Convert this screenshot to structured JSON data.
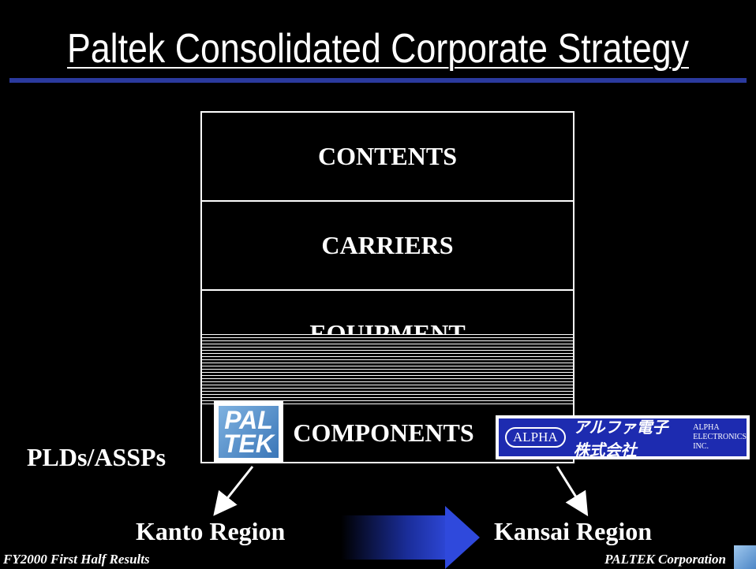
{
  "slide": {
    "title": "Paltek Consolidated Corporate Strategy",
    "layers": [
      "CONTENTS",
      "CARRIERS",
      "EQUIPMENT",
      "COMPONENTS"
    ],
    "side_label": "PLDs/ASSPs",
    "left_region": "Kanto Region",
    "right_region": "Kansai Region",
    "footer_left": "FY2000 First Half Results",
    "footer_right": "PALTEK Corporation"
  },
  "logos": {
    "paltek_line1": "PAL",
    "paltek_line2": "TEK",
    "alpha_oval": "ALPHA",
    "alpha_japanese": "アルファ電子株式会社",
    "alpha_en_line1": "ALPHA",
    "alpha_en_line2": "ELECTRONICS INC."
  },
  "colors": {
    "background": "#000000",
    "title_rule": "#2b3a9e",
    "arrow": "#2f49dc",
    "alpha_logo": "#1d2bb0"
  }
}
